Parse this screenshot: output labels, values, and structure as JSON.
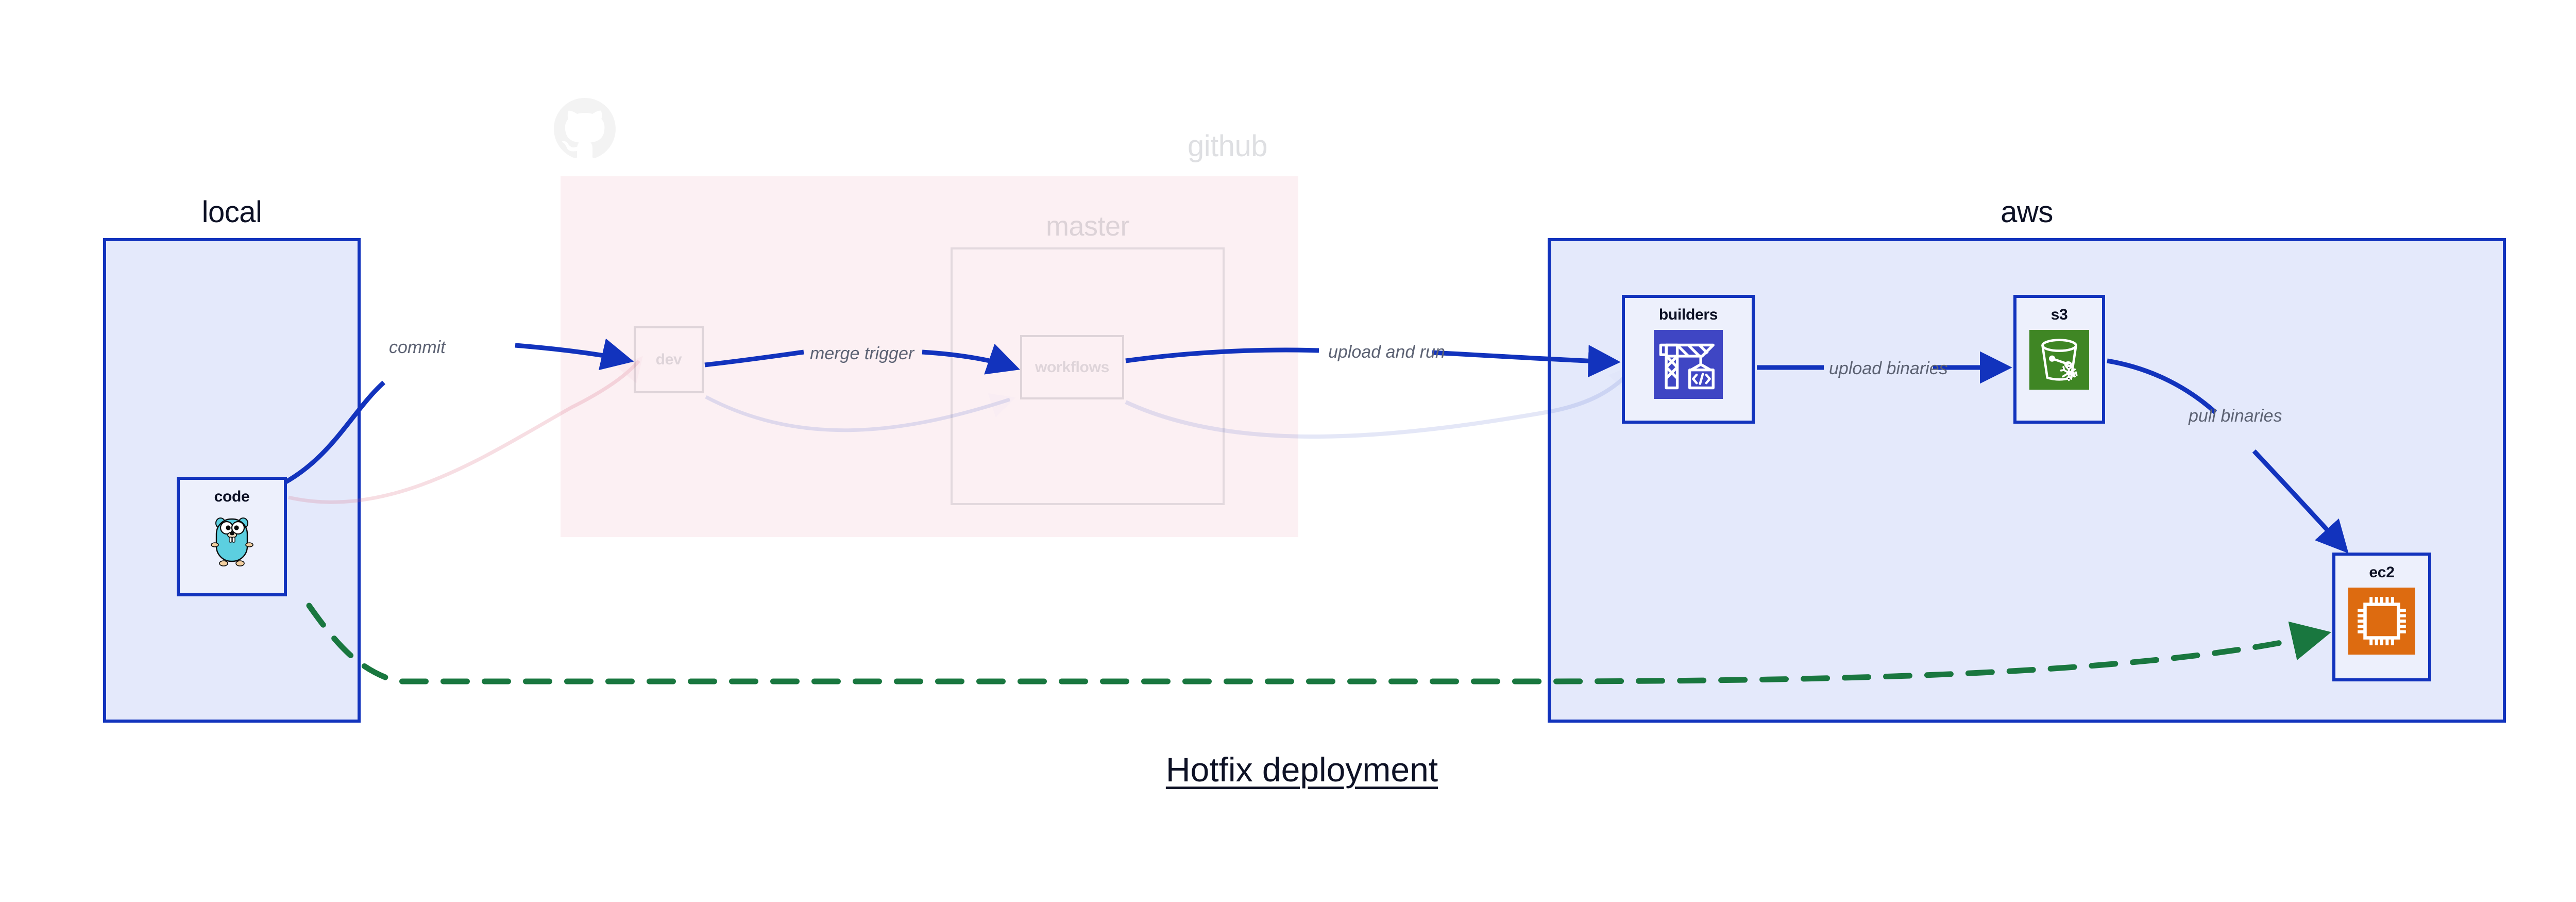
{
  "diagram": {
    "title": "Hotfix deployment",
    "groups": [
      {
        "id": "local",
        "label": "local",
        "fill": "#e4e9fb",
        "stroke": "#1233bd"
      },
      {
        "id": "github",
        "label": "github",
        "fill": "#f9e3e9",
        "stroke": "#f9e3e9"
      },
      {
        "id": "master",
        "label": "master",
        "fill": "transparent",
        "stroke": "#0d1125"
      },
      {
        "id": "aws",
        "label": "aws",
        "fill": "#e4e9fb",
        "stroke": "#1233bd"
      }
    ],
    "nodes": [
      {
        "id": "code",
        "label": "code",
        "group": "local",
        "icon": "go-gopher-icon",
        "state": "active"
      },
      {
        "id": "dev",
        "label": "dev",
        "group": "github",
        "icon": "none",
        "state": "faded"
      },
      {
        "id": "workflows",
        "label": "workflows",
        "group": "master",
        "icon": "none",
        "state": "faded"
      },
      {
        "id": "builders",
        "label": "builders",
        "group": "aws",
        "icon": "crane-code-icon",
        "state": "active",
        "icon_color": "#3f46c4"
      },
      {
        "id": "s3",
        "label": "s3",
        "group": "aws",
        "icon": "s3-bucket-icon",
        "state": "active",
        "icon_color": "#3f8624"
      },
      {
        "id": "ec2",
        "label": "ec2",
        "group": "aws",
        "icon": "cpu-chip-icon",
        "state": "active",
        "icon_color": "#dd6b10"
      }
    ],
    "edges": [
      {
        "id": "commit",
        "label": "commit",
        "from": "code",
        "to": "dev",
        "style": "solid",
        "color": "#1233bd"
      },
      {
        "id": "merge-trigger",
        "label": "merge trigger",
        "from": "dev",
        "to": "workflows",
        "style": "solid",
        "color": "#1233bd"
      },
      {
        "id": "upload-and-run",
        "label": "upload and run",
        "from": "workflows",
        "to": "builders",
        "style": "solid",
        "color": "#1233bd"
      },
      {
        "id": "upload-binaries",
        "label": "upload binaries",
        "from": "builders",
        "to": "s3",
        "style": "solid",
        "color": "#1233bd"
      },
      {
        "id": "pull-binaries",
        "label": "pull binaries",
        "from": "s3",
        "to": "ec2",
        "style": "solid",
        "color": "#1233bd"
      },
      {
        "id": "hotfix-direct",
        "label": "",
        "from": "code",
        "to": "ec2",
        "style": "dashed",
        "color": "#19773f"
      }
    ],
    "colors": {
      "accent_blue": "#1233bd",
      "group_blue_fill": "#e4e9fb",
      "github_pink_fill": "#f9e3e9",
      "green_dashed": "#19773f",
      "edge_label_gray": "#5c6273",
      "text_dark": "#0d1125"
    }
  }
}
